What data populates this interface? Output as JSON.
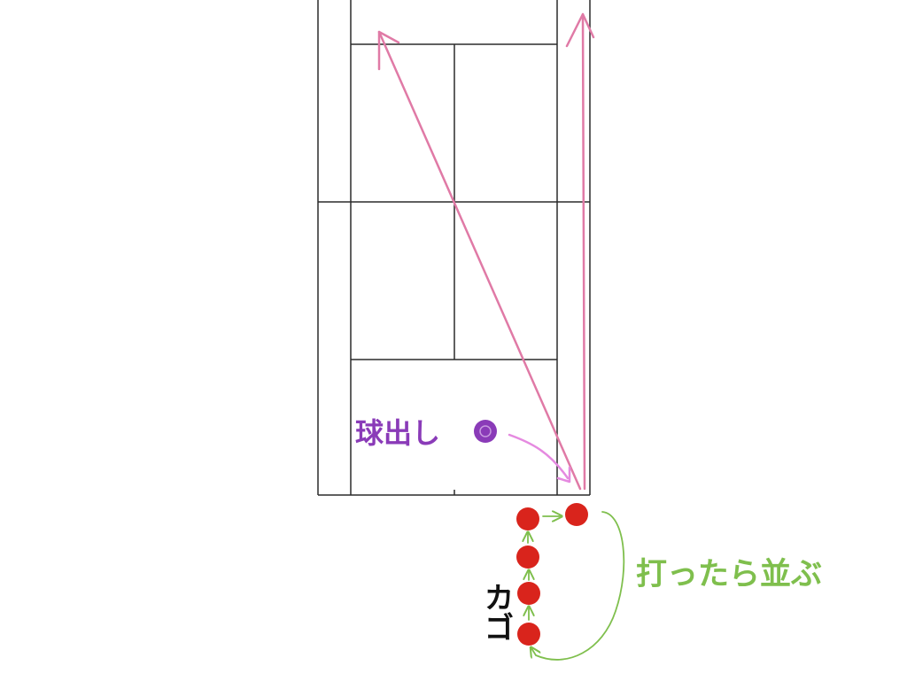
{
  "labels": {
    "feeder": "球出し",
    "basket": "カゴ",
    "rotation": "打ったら並ぶ"
  },
  "colors": {
    "court_lines": "#2b2b2b",
    "shot_arrows": "#e07aa6",
    "feeder": "#8a3bb8",
    "feed_arrow": "#e58ae0",
    "players": "#d9241c",
    "rotation_arrows": "#7fbf4d",
    "basket_label": "#111111"
  }
}
